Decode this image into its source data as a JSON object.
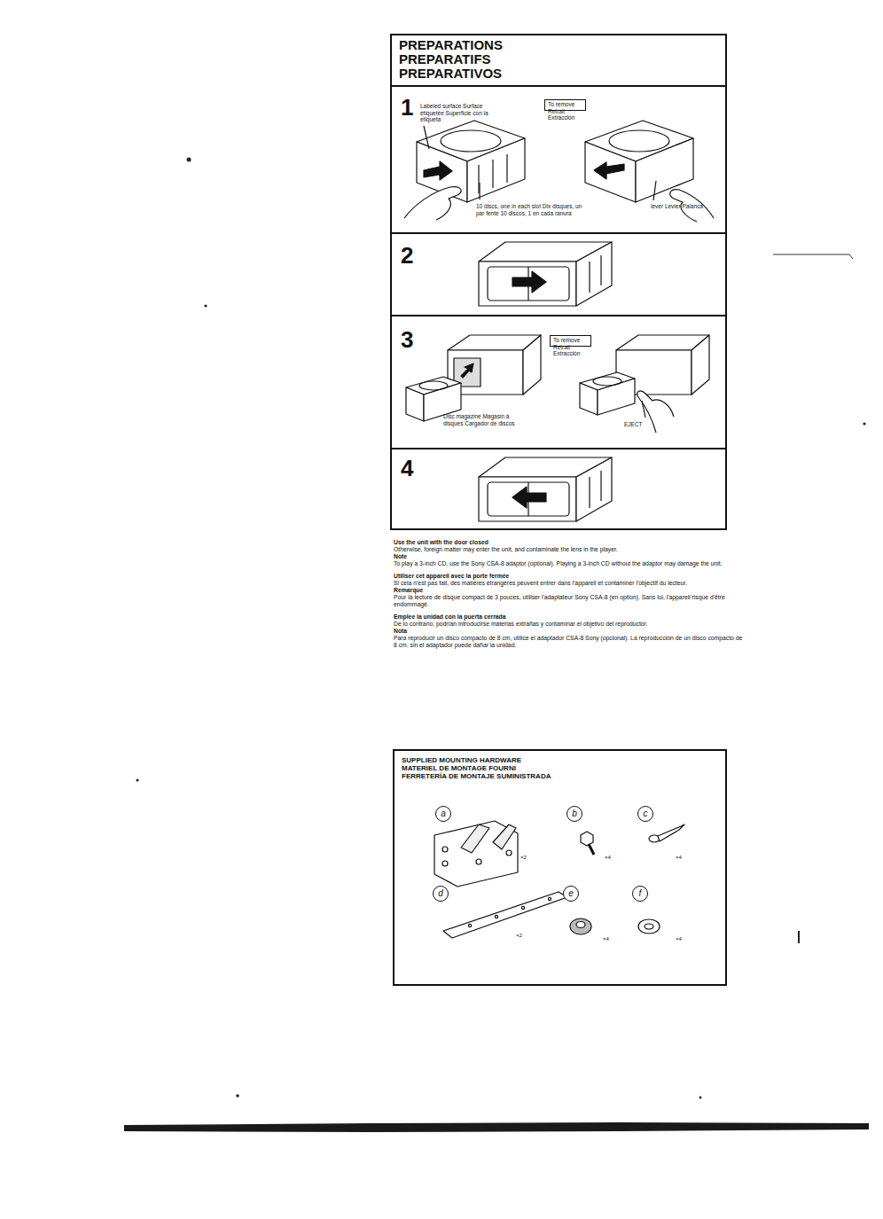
{
  "diagram": {
    "nodes": [
      {
        "text": [
          "PREPARATIONS",
          "PREPARATIFS",
          "PREPARATIVOS"
        ]
      },
      {
        "text": [
          "1",
          "Labeled surface Surface étiquetée Superficie con la etiqueta",
          "10 discs, one in each slot Dix disques, un par fente 10 discos, 1 en cada ranura",
          "lever Levier Palanca"
        ],
        "in": 0
      },
      {
        "text": [
          "To remove Retrait Extracción"
        ],
        "in": 1
      },
      {
        "text": [
          "2"
        ],
        "in": 0
      },
      {
        "text": [
          "3",
          "Disc magazine Magasin à disques Cargador de discos",
          "EJECT"
        ],
        "in": 0
      },
      {
        "text": [
          "To remove Retrait Extracción"
        ],
        "in": 4
      },
      {
        "text": [
          "4"
        ],
        "in": 0
      },
      {
        "text": [
          "SUPPLIED MOUNTING HARDWARE",
          "MATERIEL DE MONTAGE FOURNI",
          "FERRETERÍA DE MONTAJE SUMINISTRADA"
        ]
      },
      {
        "text": [
          "a"
        ],
        "in": 7
      },
      {
        "text": [
          "b"
        ],
        "in": 7
      },
      {
        "text": [
          "c"
        ],
        "in": 7
      },
      {
        "text": [
          "d"
        ],
        "in": 7
      },
      {
        "text": [
          "e"
        ],
        "in": 7
      },
      {
        "text": [
          "f"
        ],
        "in": 7
      }
    ],
    "labels": [
      "Use the unit with the door closed",
      "Otherwise, foreign matter may enter the unit, and contaminate the lens in the player.",
      "Note",
      "To play a 3-inch CD, use the Sony CSA-8 adaptor (optional). Playing a 3-inch CD without the adaptor may damage the unit.",
      "Utiliser cet appareil avec la porte fermée",
      "Si cela n'est pas fait, des matières étrangères peuvent entrer dans l'appareil et contaminer l'objectif du lecteur.",
      "Remarque",
      "Pour la lecture de disque compact de 3 pouces, utiliser l'adaptateur Sony CSA-8 (en option). Sans lui, l'appareil risque d'être endommagé.",
      "Emplee la unidad con la puerta cerrada",
      "De lo contrario, podrían introducirse materias extrañas y contaminar el objetivo del reproductor.",
      "Nota",
      "Para reproducir un disco compacto de 8 cm, utilice el adaptador CSA-8 Sony (opcional). La reproducción de un disco compacto de 8 cm. sin el adaptador puede dañar la unidad.",
      "×2",
      "×4",
      "×4",
      "×2",
      "×4",
      "×4"
    ]
  }
}
